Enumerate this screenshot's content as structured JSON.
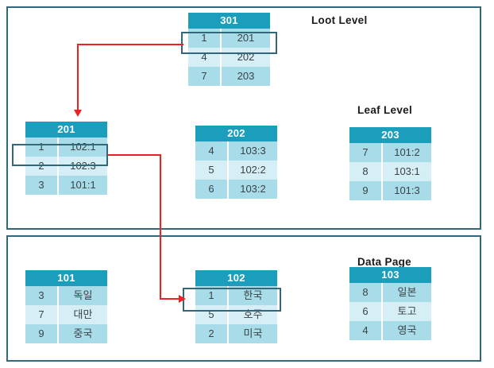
{
  "diagram": {
    "title": "B+ tree index structure",
    "colors": {
      "header": "#1b9ebc",
      "row_odd": "#a9dce9",
      "row_even": "#d6eef5",
      "panel_border": "#33687a",
      "highlight_border": "#33687a",
      "arrow": "#ee2222",
      "text": "#3a4348",
      "label_text": "#1a1a1a"
    }
  },
  "labels": {
    "root_level": "Loot Level",
    "leaf_level": "Leaf Level",
    "data_page": "Data Page"
  },
  "panels": [
    {
      "name": "index-panel"
    },
    {
      "name": "data-panel"
    }
  ],
  "nodes": [
    {
      "id": "301",
      "level": "root",
      "header": "301",
      "rows": [
        {
          "key": "1",
          "value": "201",
          "highlighted": true
        },
        {
          "key": "4",
          "value": "202",
          "highlighted": false
        },
        {
          "key": "7",
          "value": "203",
          "highlighted": false
        }
      ]
    },
    {
      "id": "201",
      "level": "leaf",
      "header": "201",
      "rows": [
        {
          "key": "1",
          "value": "102:1",
          "highlighted": true
        },
        {
          "key": "2",
          "value": "102:3",
          "highlighted": false
        },
        {
          "key": "3",
          "value": "101:1",
          "highlighted": false
        }
      ]
    },
    {
      "id": "202",
      "level": "leaf",
      "header": "202",
      "rows": [
        {
          "key": "4",
          "value": "103:3",
          "highlighted": false
        },
        {
          "key": "5",
          "value": "102:2",
          "highlighted": false
        },
        {
          "key": "6",
          "value": "103:2",
          "highlighted": false
        }
      ]
    },
    {
      "id": "203",
      "level": "leaf",
      "header": "203",
      "rows": [
        {
          "key": "7",
          "value": "101:2",
          "highlighted": false
        },
        {
          "key": "8",
          "value": "103:1",
          "highlighted": false
        },
        {
          "key": "9",
          "value": "101:3",
          "highlighted": false
        }
      ]
    },
    {
      "id": "101",
      "level": "data",
      "header": "101",
      "rows": [
        {
          "key": "3",
          "value": "독일",
          "highlighted": false
        },
        {
          "key": "7",
          "value": "대만",
          "highlighted": false
        },
        {
          "key": "9",
          "value": "중국",
          "highlighted": false
        }
      ]
    },
    {
      "id": "102",
      "level": "data",
      "header": "102",
      "rows": [
        {
          "key": "1",
          "value": "한국",
          "highlighted": true
        },
        {
          "key": "5",
          "value": "호주",
          "highlighted": false
        },
        {
          "key": "2",
          "value": "미국",
          "highlighted": false
        }
      ]
    },
    {
      "id": "103",
      "level": "data",
      "header": "103",
      "rows": [
        {
          "key": "8",
          "value": "일본",
          "highlighted": false
        },
        {
          "key": "6",
          "value": "토고",
          "highlighted": false
        },
        {
          "key": "4",
          "value": "영국",
          "highlighted": false
        }
      ]
    }
  ],
  "connections": [
    {
      "name": "root-to-201",
      "from": "301:row-1",
      "to": "201"
    },
    {
      "name": "leaf201-to-102",
      "from": "201:row-1",
      "to": "102:row-1"
    }
  ]
}
